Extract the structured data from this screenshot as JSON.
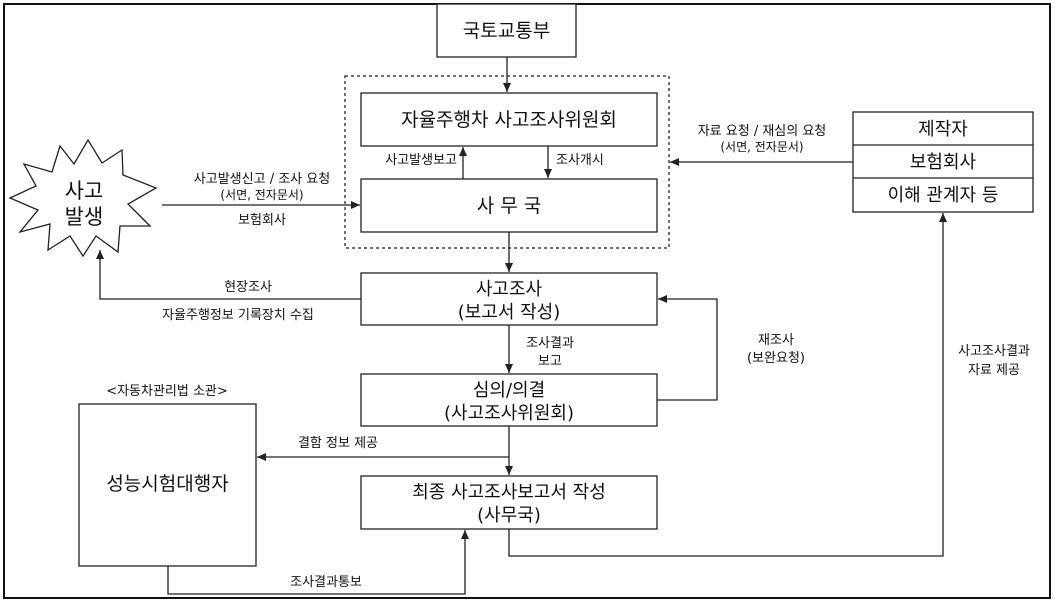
{
  "boxes": {
    "molit": "국토교통부",
    "committee": "자율주행차 사고조사위원회",
    "office": "사 무 국",
    "investigation": [
      "사고조사",
      "(보고서 작성)"
    ],
    "deliberation": [
      "심의/의결",
      "(사고조사위원회)"
    ],
    "final_report": [
      "최종 사고조사보고서 작성",
      "(사무국)"
    ],
    "testing_agency": "성능시험대행자",
    "stakeholders": [
      "제작자",
      "보험회사",
      "이해 관계자 등"
    ]
  },
  "accident": [
    "사고",
    "발생"
  ],
  "labels": {
    "report_up": "사고발생보고",
    "start_investigation": "조사개시",
    "accident_report": [
      "사고발생신고 / 조사 요청",
      "(서면, 전자문서)"
    ],
    "insurer": "보험회사",
    "data_request": [
      "자료 요청 / 재심의 요청",
      "(서면, 전자문서)"
    ],
    "site_investigation": "현장조사",
    "recorder_collection": "자율주행정보 기록장치 수집",
    "result_report": [
      "조사결과",
      "보고"
    ],
    "reinvestigation": [
      "재조사",
      "(보완요청)"
    ],
    "defect_info": "결함 정보 제공",
    "jurisdiction": "<자동차관리법 소관>",
    "result_notice": "조사결과통보",
    "result_data": [
      "사고조사결과",
      "자료 제공"
    ]
  }
}
